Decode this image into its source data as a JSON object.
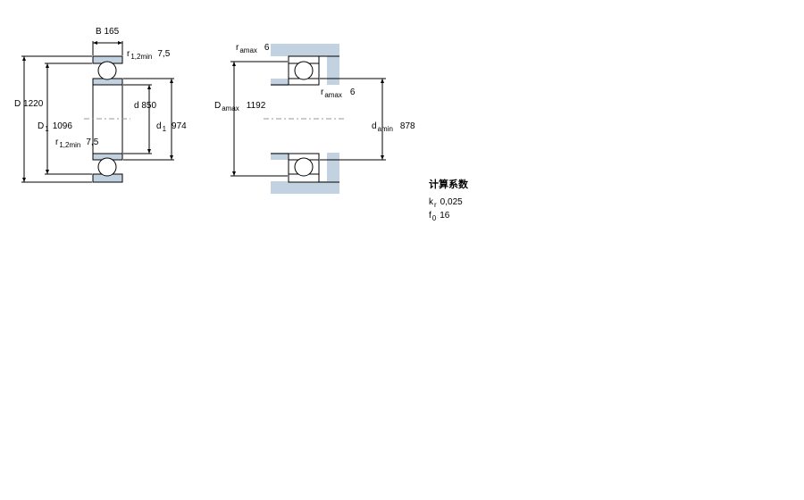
{
  "colors": {
    "housing": "#c3d2e0",
    "line": "#000000",
    "center": "#9a9a9a"
  },
  "left_drawing": {
    "B": {
      "sym": "B",
      "val": "165"
    },
    "r_top": {
      "sym": "r",
      "sub": "1,2min",
      "val": "7,5"
    },
    "D": {
      "sym": "D",
      "val": "1220"
    },
    "D1": {
      "sym": "D",
      "sub": "1",
      "val": "1096"
    },
    "r_bottom": {
      "sym": "r",
      "sub": "1,2min",
      "val": "7,5"
    },
    "d": {
      "sym": "d",
      "val": "850"
    },
    "d1": {
      "sym": "d",
      "sub": "1",
      "val": "974"
    }
  },
  "right_drawing": {
    "ra_top": {
      "sym": "r",
      "sub": "amax",
      "val": "6"
    },
    "Da": {
      "sym": "D",
      "sub": "amax",
      "val": "1192"
    },
    "ra_mid": {
      "sym": "r",
      "sub": "amax",
      "val": "6"
    },
    "da": {
      "sym": "d",
      "sub": "amin",
      "val": "878"
    }
  },
  "coefficients": {
    "title": "计算系数",
    "kr": {
      "sym": "k",
      "sub": "r",
      "val": "0,025"
    },
    "f0": {
      "sym": "f",
      "sub": "0",
      "val": "16"
    }
  }
}
